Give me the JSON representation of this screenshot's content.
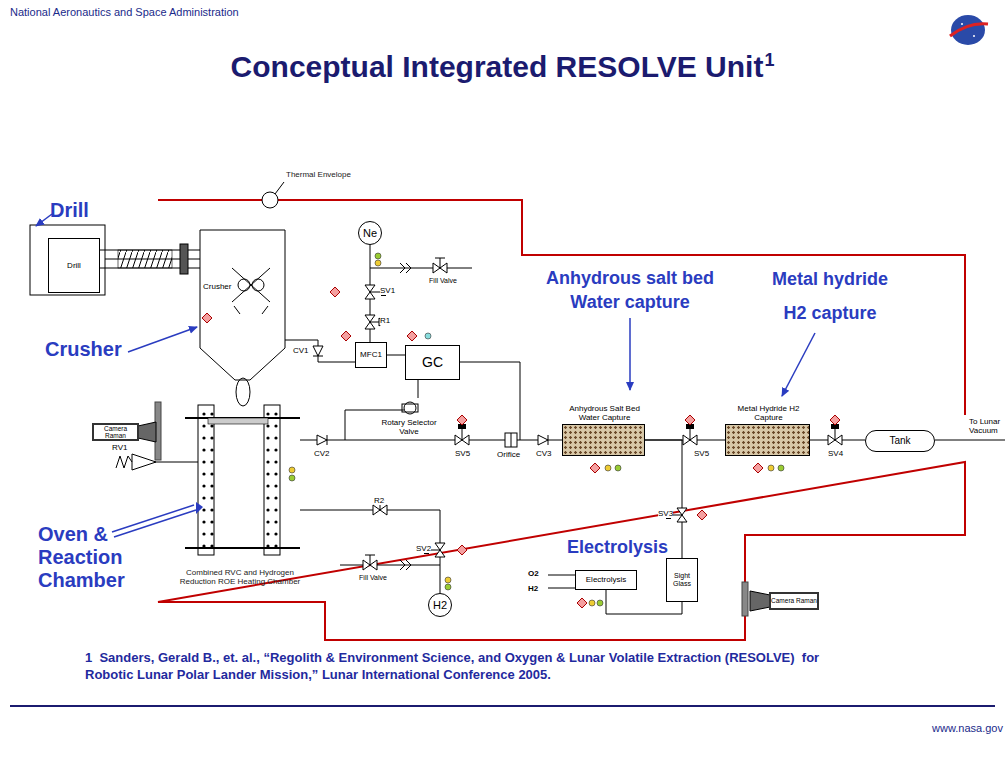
{
  "diagram": {
    "title": "Conceptual Integrated RESOLVE Unit",
    "caption": "1  Sanders, Gerald B., et. al., “Regolith & Environment Science, and Oxygen & Lunar Volatile Extraction (RESOLVE)  for Robotic Lunar Polar Lander Mission,” Lunar International Conference 2005.",
    "nodes": [
      {
        "text": [
          "Drill"
        ]
      },
      {
        "text": [
          "Crusher"
        ]
      },
      {
        "text": [
          "Ne"
        ]
      },
      {
        "text": [
          "MFC1"
        ]
      },
      {
        "text": [
          "GC"
        ]
      },
      {
        "text": [
          "Camera Raman"
        ]
      },
      {
        "text": [
          "Rotary Selector Valve"
        ]
      },
      {
        "text": [
          "Anhydrous Salt Bed Water Capture"
        ]
      },
      {
        "text": [
          "Metal Hydride H2 Capture"
        ]
      },
      {
        "text": [
          "Tank"
        ]
      },
      {
        "text": [
          "Combined RVC and Hydrogen Reduction ROE Heating Chamber"
        ]
      },
      {
        "text": [
          "Electrolysis"
        ]
      },
      {
        "text": [
          "Sight Glass"
        ]
      },
      {
        "text": [
          "H2"
        ]
      },
      {
        "text": [
          "Camera Raman"
        ]
      }
    ],
    "edges": [
      {
        "from": 0,
        "to": 1,
        "arrow": "none"
      },
      {
        "from": 2,
        "to": 3,
        "arrow": "none"
      },
      {
        "from": 3,
        "to": 4,
        "arrow": "none"
      },
      {
        "from": 1,
        "to": 3,
        "arrow": "none"
      },
      {
        "from": 6,
        "to": 4,
        "arrow": "none"
      },
      {
        "from": 10,
        "to": 7,
        "arrow": "none"
      },
      {
        "from": 7,
        "to": 8,
        "arrow": "none"
      },
      {
        "from": 8,
        "to": 9,
        "arrow": "none"
      },
      {
        "from": 7,
        "to": 12,
        "arrow": "none"
      },
      {
        "from": 12,
        "to": 11,
        "arrow": "none"
      },
      {
        "from": 13,
        "to": 10,
        "arrow": "none"
      }
    ],
    "labels": [
      "National Aeronautics and Space Administration",
      "1",
      "Thermal Envelope",
      "Drill",
      "Crusher",
      "Oven & Reaction Chamber",
      "Anhydrous salt bed Water capture",
      "Metal hydride H2 capture",
      "Electrolysis",
      "SV1",
      "R1",
      "Fill Valve",
      "CV1",
      "RV1",
      "CV2",
      "SV5",
      "Orifice",
      "CV3",
      "SV5",
      "SV4",
      "To Lunar Vacuum",
      "R2",
      "SV2",
      "Fill Valve",
      "SV3",
      "O2",
      "H2",
      "www.nasa.gov"
    ]
  }
}
